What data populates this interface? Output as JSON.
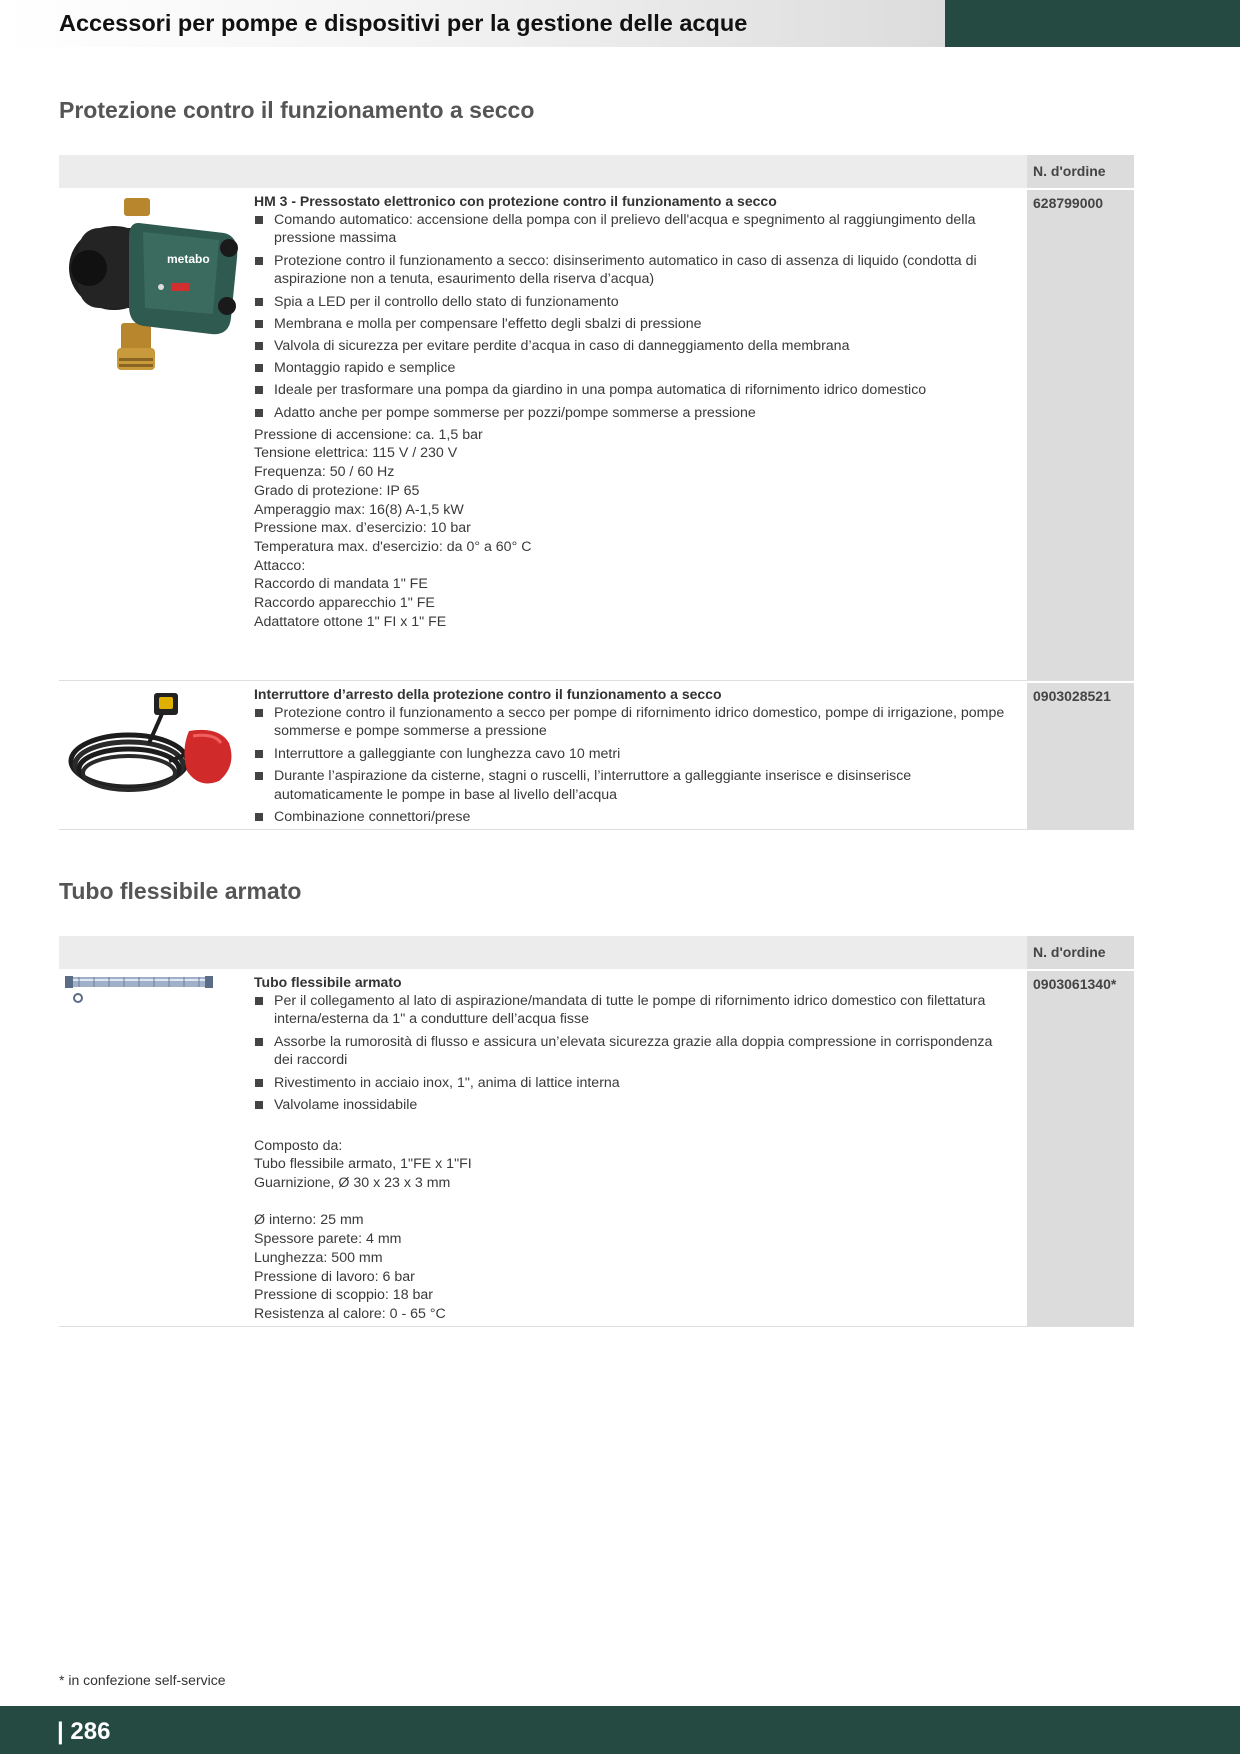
{
  "header": {
    "title": "Accessori per pompe e dispositivi per la gestione delle acque"
  },
  "sections": [
    {
      "title": "Protezione contro il funzionamento a secco",
      "order_header": "N. d'ordine",
      "products": [
        {
          "name": "HM 3 - Pressostato elettronico con protezione contro il funzionamento a secco",
          "order_number": "628799000",
          "bullets": [
            "Comando automatico: accensione della pompa con il prelievo dell'acqua e spegnimento al raggiungimento della pressione massima",
            "Protezione contro il funzionamento a secco: disinserimento automatico in caso di assenza di liquido (condotta di aspirazione non a tenuta, esaurimento della riserva d’acqua)",
            "Spia a LED per il controllo dello stato di funzionamento",
            "Membrana e molla per compensare l'effetto degli sbalzi di pressione",
            "Valvola di sicurezza per evitare perdite d’acqua in caso di danneggiamento della membrana",
            "Montaggio rapido e semplice",
            "Ideale per trasformare una pompa da giardino in una pompa automatica di rifornimento idrico domestico",
            "Adatto anche per pompe sommerse per pozzi/pompe sommerse a pressione"
          ],
          "specs": [
            "Pressione di accensione: ca. 1,5 bar",
            "Tensione elettrica: 115 V / 230 V",
            "Frequenza: 50 / 60 Hz",
            "Grado di protezione: IP 65",
            "Amperaggio max: 16(8) A-1,5 kW",
            "Pressione max. d’esercizio: 10 bar",
            "Temperatura max. d'esercizio: da 0° a 60° C",
            "Attacco:",
            "Raccordo di mandata 1\" FE",
            "Raccordo apparecchio 1\" FE",
            "Adattatore ottone 1\" FI x 1\" FE"
          ]
        },
        {
          "name": "Interruttore d’arresto della protezione contro il funzionamento a secco",
          "order_number": "0903028521",
          "bullets": [
            "Protezione contro il funzionamento a secco per pompe di rifornimento idrico domestico, pompe di irrigazione, pompe sommerse e pompe sommerse a pressione",
            "Interruttore a galleggiante con lunghezza cavo 10 metri",
            "Durante l’aspirazione da cisterne, stagni o ruscelli, l’interruttore a galleggiante inserisce e disinserisce automaticamente le pompe in base al livello dell’acqua",
            "Combinazione connettori/prese"
          ],
          "specs": []
        }
      ]
    },
    {
      "title": "Tubo flessibile armato",
      "order_header": "N. d'ordine",
      "products": [
        {
          "name": "Tubo flessibile armato",
          "order_number": "0903061340*",
          "bullets": [
            "Per il collegamento al lato di aspirazione/mandata di tutte le pompe di rifornimento idrico domestico con filettatura interna/esterna da 1\" a condutture dell’acqua fisse",
            "Assorbe la rumorosità di flusso e assicura un’elevata sicurezza grazie alla doppia compressione in corrispondenza dei raccordi",
            "Rivestimento in acciaio inox, 1\", anima di lattice interna",
            "Valvolame inossidabile"
          ],
          "specs": [
            "",
            "Composto da:",
            "Tubo flessibile armato, 1\"FE x 1\"FI",
            "Guarnizione, Ø 30 x 23 x 3 mm",
            "",
            "Ø interno: 25 mm",
            "Spessore parete: 4 mm",
            "Lunghezza: 500 mm",
            "Pressione di lavoro: 6 bar",
            "Pressione di scoppio: 18 bar",
            "Resistenza al calore: 0 - 65 °C"
          ]
        }
      ]
    }
  ],
  "footnote": "* in confezione self-service",
  "page_number": "| 286",
  "icons": {
    "pressure_switch": "pressure-switch-image",
    "float_switch": "float-switch-image",
    "hose": "armored-hose-image",
    "brand_label": "metabo"
  }
}
